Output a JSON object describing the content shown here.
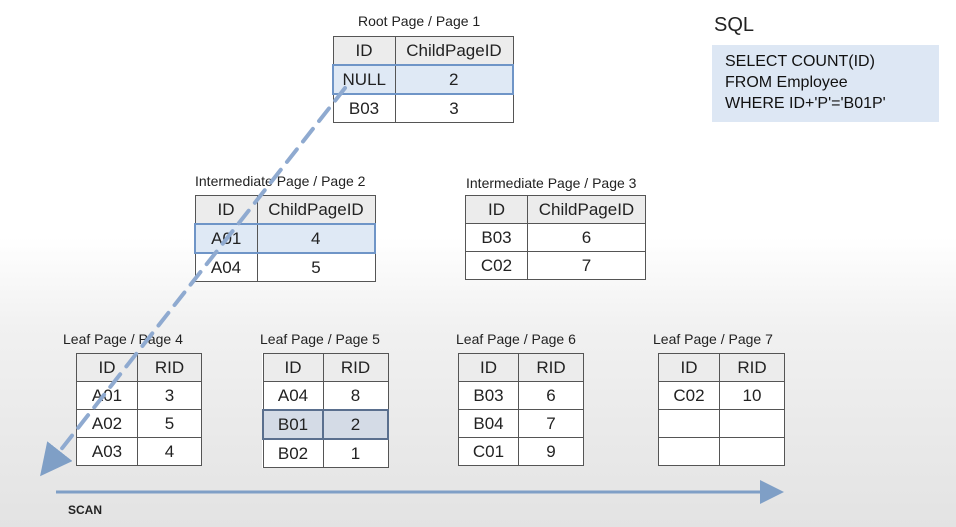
{
  "root": {
    "caption": "Root Page / Page 1",
    "headers": [
      "ID",
      "ChildPageID"
    ],
    "rows": [
      [
        "NULL",
        "2"
      ],
      [
        "B03",
        "3"
      ]
    ]
  },
  "inter2": {
    "caption": "Intermediate Page / Page 2",
    "headers": [
      "ID",
      "ChildPageID"
    ],
    "rows": [
      [
        "A01",
        "4"
      ],
      [
        "A04",
        "5"
      ]
    ]
  },
  "inter3": {
    "caption": "Intermediate Page / Page 3",
    "headers": [
      "ID",
      "ChildPageID"
    ],
    "rows": [
      [
        "B03",
        "6"
      ],
      [
        "C02",
        "7"
      ]
    ]
  },
  "leaf4": {
    "caption": "Leaf Page / Page 4",
    "headers": [
      "ID",
      "RID"
    ],
    "rows": [
      [
        "A01",
        "3"
      ],
      [
        "A02",
        "5"
      ],
      [
        "A03",
        "4"
      ]
    ]
  },
  "leaf5": {
    "caption": "Leaf Page / Page 5",
    "headers": [
      "ID",
      "RID"
    ],
    "rows": [
      [
        "A04",
        "8"
      ],
      [
        "B01",
        "2"
      ],
      [
        "B02",
        "1"
      ]
    ]
  },
  "leaf6": {
    "caption": "Leaf Page / Page 6",
    "headers": [
      "ID",
      "RID"
    ],
    "rows": [
      [
        "B03",
        "6"
      ],
      [
        "B04",
        "7"
      ],
      [
        "C01",
        "9"
      ]
    ]
  },
  "leaf7": {
    "caption": "Leaf Page / Page 7",
    "headers": [
      "ID",
      "RID"
    ],
    "rows": [
      [
        "C02",
        "10"
      ],
      [
        "",
        ""
      ],
      [
        "",
        ""
      ]
    ]
  },
  "sql": {
    "title": "SQL",
    "lines": [
      "SELECT COUNT(ID)",
      "FROM Employee",
      "WHERE ID+'P'='B01P'"
    ]
  },
  "scan_label": "SCAN",
  "colors": {
    "highlight": "#dfe9f5",
    "highlight_border": "#6f95c7",
    "arrow": "#7f9fc6",
    "sql_bg": "#dde7f4"
  }
}
